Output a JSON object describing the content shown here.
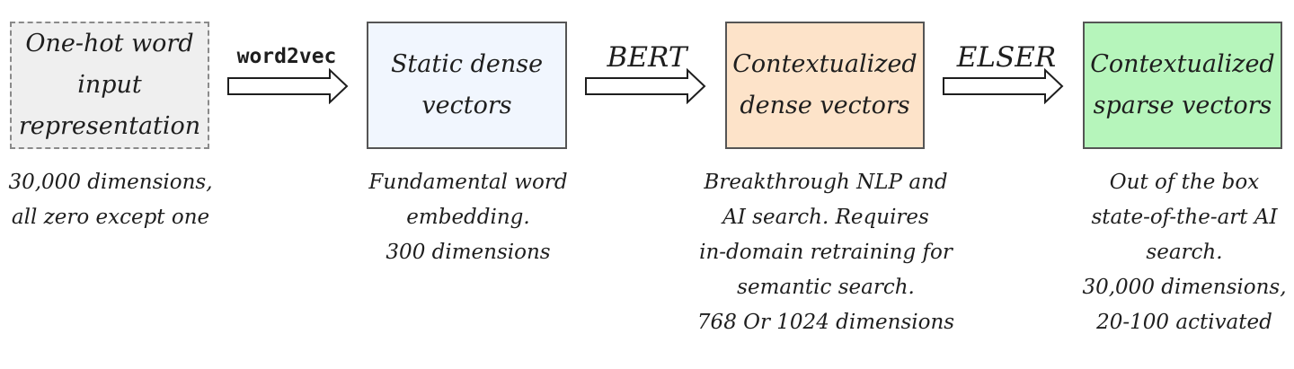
{
  "stages": [
    {
      "title": "One-hot word\ninput\nrepresentation",
      "caption": "30,000 dimensions,\nall zero except one",
      "fill": "#efefef"
    },
    {
      "title": "Static dense\nvectors",
      "caption": "Fundamental word\nembedding.\n300 dimensions",
      "fill": "#f1f6fe"
    },
    {
      "title": "Contextualized\ndense vectors",
      "caption": "Breakthrough NLP and\nAI search. Requires\nin-domain retraining for\nsemantic search.\n768 Or 1024 dimensions",
      "fill": "#fde3c9"
    },
    {
      "title": "Contextualized\nsparse vectors",
      "caption": "Out of the box\nstate-of-the-art AI\nsearch.\n30,000 dimensions,\n20-100 activated",
      "fill": "#b6f5bb"
    }
  ],
  "transitions": [
    {
      "label": "word2vec"
    },
    {
      "label": "BERT"
    },
    {
      "label": "ELSER"
    }
  ]
}
